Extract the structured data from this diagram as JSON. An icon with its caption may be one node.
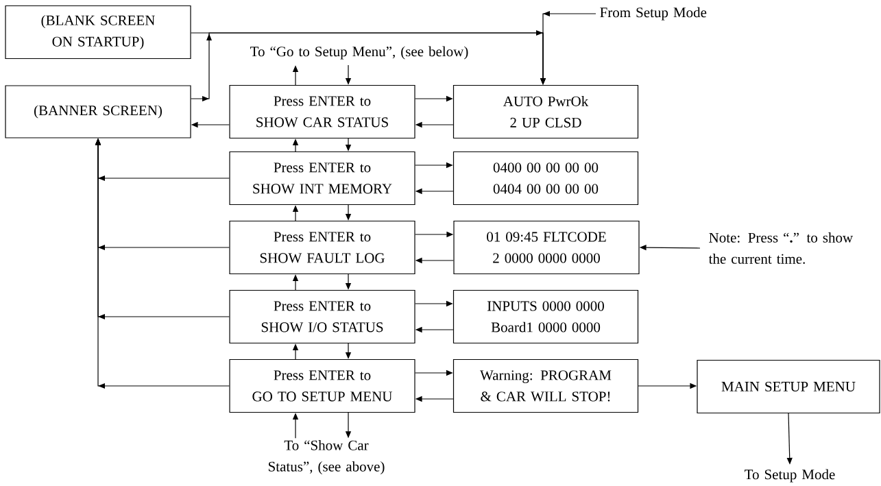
{
  "diagram": {
    "nodes": [
      {
        "text": [
          "(BLANK SCREEN ON STARTUP)"
        ]
      },
      {
        "text": [
          "(BANNER SCREEN)"
        ]
      },
      {
        "text": [
          "Press ENTER to",
          "SHOW CAR STATUS"
        ]
      },
      {
        "text": [
          "AUTO PwrOk",
          "2 UP CLSD"
        ]
      },
      {
        "text": [
          "Press ENTER to",
          "SHOW INT MEMORY"
        ]
      },
      {
        "text": [
          "0400 00 00 00 00",
          "0404 00 00 00 00"
        ]
      },
      {
        "text": [
          "Press ENTER to",
          "SHOW FAULT LOG"
        ]
      },
      {
        "text": [
          "01 09:45 FLTCODE",
          "2 0000 0000 0000"
        ]
      },
      {
        "text": [
          "Press ENTER to",
          "SHOW I/O STATUS"
        ]
      },
      {
        "text": [
          "INPUTS 0000 0000",
          "Board1 0000 0000"
        ]
      },
      {
        "text": [
          "Press ENTER to",
          "GO TO SETUP MENU"
        ]
      },
      {
        "text": [
          "Warning: PROGRAM",
          "& CAR WILL STOP!"
        ]
      },
      {
        "text": [
          "MAIN SETUP MENU"
        ]
      },
      {
        "text": [
          "From Setup Mode"
        ]
      },
      {
        "text": [
          "To “Go to Setup Menu”, (see below)"
        ]
      },
      {
        "text": [
          "To “Show Car Status”, (see above)"
        ]
      },
      {
        "text": [
          "Note: Press “**.**” to show the current time."
        ]
      },
      {
        "text": [
          "To Setup Mode"
        ]
      }
    ],
    "edges": [
      {
        "from": 0,
        "to": 3,
        "arrow": "to"
      },
      {
        "from": 1,
        "to": 3,
        "arrow": "to"
      },
      {
        "from": 13,
        "to": 3,
        "arrow": "to"
      },
      {
        "from": 14,
        "to": 2,
        "arrow": "to"
      },
      {
        "from": 2,
        "to": 14,
        "arrow": "to"
      },
      {
        "from": 2,
        "to": 1,
        "arrow": "to"
      },
      {
        "from": 2,
        "to": 3,
        "arrow": "to"
      },
      {
        "from": 3,
        "to": 2,
        "arrow": "to"
      },
      {
        "from": 4,
        "to": 2,
        "arrow": "to"
      },
      {
        "from": 2,
        "to": 4,
        "arrow": "to"
      },
      {
        "from": 4,
        "to": 1,
        "arrow": "to"
      },
      {
        "from": 4,
        "to": 5,
        "arrow": "to"
      },
      {
        "from": 5,
        "to": 4,
        "arrow": "to"
      },
      {
        "from": 6,
        "to": 4,
        "arrow": "to"
      },
      {
        "from": 4,
        "to": 6,
        "arrow": "to"
      },
      {
        "from": 6,
        "to": 1,
        "arrow": "to"
      },
      {
        "from": 6,
        "to": 7,
        "arrow": "to"
      },
      {
        "from": 7,
        "to": 6,
        "arrow": "to"
      },
      {
        "from": 16,
        "to": 7,
        "arrow": "to"
      },
      {
        "from": 8,
        "to": 6,
        "arrow": "to"
      },
      {
        "from": 6,
        "to": 8,
        "arrow": "to"
      },
      {
        "from": 8,
        "to": 1,
        "arrow": "to"
      },
      {
        "from": 8,
        "to": 9,
        "arrow": "to"
      },
      {
        "from": 9,
        "to": 8,
        "arrow": "to"
      },
      {
        "from": 10,
        "to": 8,
        "arrow": "to"
      },
      {
        "from": 8,
        "to": 10,
        "arrow": "to"
      },
      {
        "from": 10,
        "to": 1,
        "arrow": "to"
      },
      {
        "from": 10,
        "to": 11,
        "arrow": "to"
      },
      {
        "from": 11,
        "to": 10,
        "arrow": "to"
      },
      {
        "from": 11,
        "to": 12,
        "arrow": "to"
      },
      {
        "from": 12,
        "to": 17,
        "arrow": "to"
      },
      {
        "from": 15,
        "to": 10,
        "arrow": "to"
      },
      {
        "from": 10,
        "to": 15,
        "arrow": "to"
      }
    ]
  }
}
